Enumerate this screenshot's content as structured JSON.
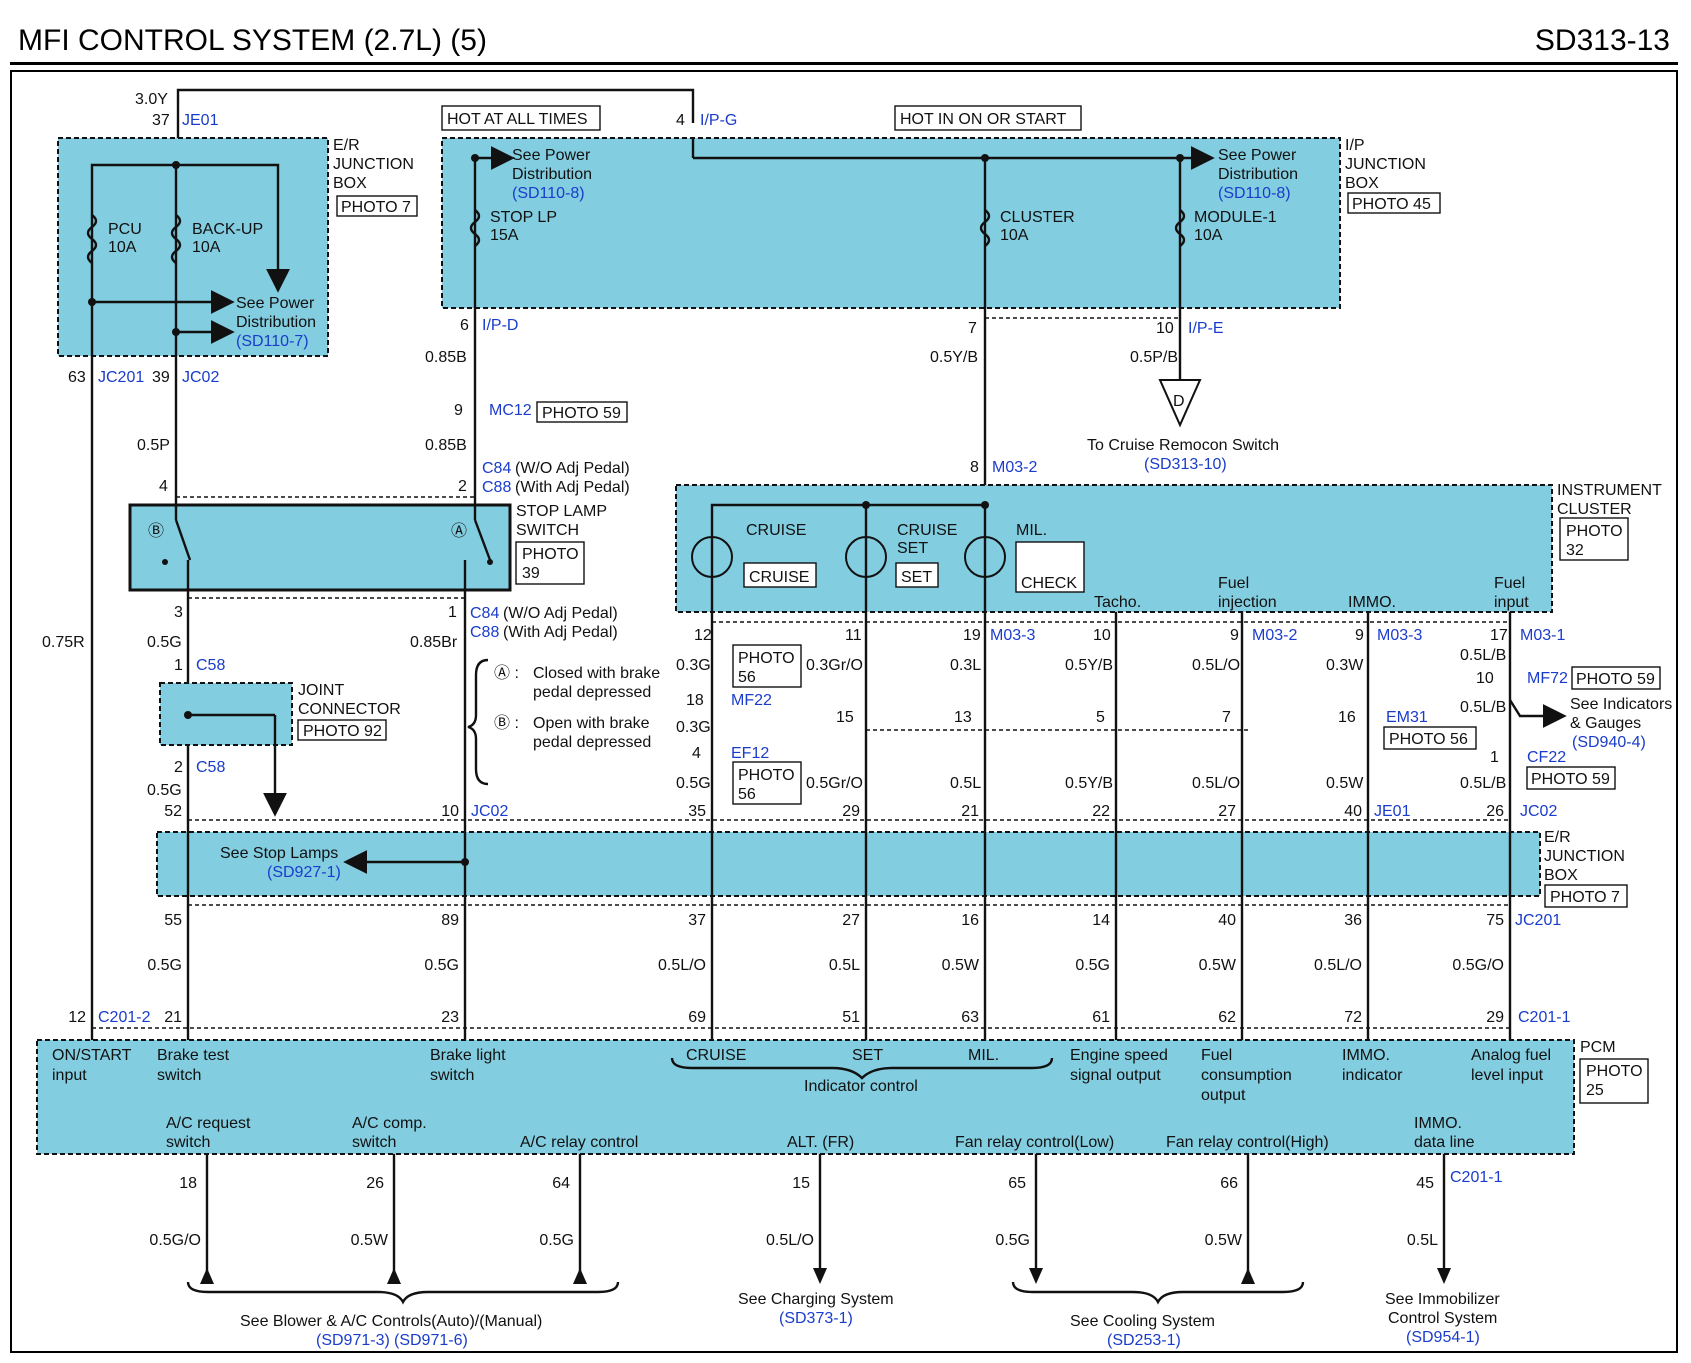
{
  "header": {
    "title": "MFI CONTROL SYSTEM (2.7L) (5)",
    "code": "SD313-13"
  },
  "top": {
    "voltage": "3.0Y",
    "je01_pin": "37",
    "je01": "JE01",
    "hot_all_times": "HOT AT ALL TIMES",
    "hot_on_start": "HOT IN ON OR START",
    "ipg_pin": "4",
    "ipg": "I/P-G"
  },
  "er_box_top": {
    "title": [
      "E/R",
      "JUNCTION",
      "BOX"
    ],
    "photo": "PHOTO 7",
    "fuse1": [
      "PCU",
      "10A"
    ],
    "fuse2": [
      "BACK-UP",
      "10A"
    ],
    "see": [
      "See Power",
      "Distribution"
    ],
    "ref": "(SD110-7)",
    "left_pin": "63",
    "left_conn": "JC201",
    "right_pin": "39",
    "right_conn": "JC02"
  },
  "ip_box": {
    "title": [
      "I/P",
      "JUNCTION",
      "BOX"
    ],
    "photo": "PHOTO 45",
    "see_left": [
      "See Power",
      "Distribution"
    ],
    "ref_left": "(SD110-8)",
    "see_right": [
      "See Power",
      "Distribution"
    ],
    "ref_right": "(SD110-8)",
    "fuse1": [
      "STOP LP",
      "15A"
    ],
    "fuse2": [
      "CLUSTER",
      "10A"
    ],
    "fuse3": [
      "MODULE-1",
      "10A"
    ],
    "pin_d": "6",
    "conn_d": "I/P-D",
    "pin_7": "7",
    "pin_e": "10",
    "conn_e": "I/P-E"
  },
  "left_wires": {
    "w085b": "0.85B",
    "mc12_pin": "9",
    "mc12": "MC12",
    "mc12_photo": "PHOTO 59",
    "w085b2": "0.85B",
    "w05p": "0.5P",
    "pin4": "4",
    "pin2": "2",
    "c84": "C84",
    "c84_text": "(W/O Adj Pedal)",
    "c88": "C88",
    "c88_text": "(With Adj Pedal)",
    "w075r": "0.75R",
    "pin3": "3",
    "pin1": "1",
    "w05g": "0.5G",
    "w085br": "0.85Br",
    "c58_pin": "1",
    "c58": "C58",
    "c58b_pin": "2",
    "c58b": "C58",
    "w05g2": "0.5G"
  },
  "stop_switch": {
    "title": [
      "STOP LAMP",
      "SWITCH"
    ],
    "photo": [
      "PHOTO",
      "39"
    ],
    "note_a": [
      "Closed with brake",
      "pedal depressed"
    ],
    "note_b": [
      "Open with brake",
      "pedal depressed"
    ],
    "a_label": "Ⓐ",
    "b_label": "Ⓑ",
    "note_a_prefix": "Ⓐ :",
    "note_b_prefix": "Ⓑ :"
  },
  "joint": {
    "title": [
      "JOINT",
      "CONNECTOR"
    ],
    "photo": "PHOTO 92"
  },
  "cruise_remote": {
    "wire_7": "0.5Y/B",
    "wire_10": "0.5P/B",
    "letter": "D",
    "text": "To Cruise Remocon Switch",
    "ref": "(SD313-10)",
    "m03_pin": "8",
    "m03": "M03-2"
  },
  "cluster": {
    "title": [
      "INSTRUMENT",
      "CLUSTER"
    ],
    "photo": [
      "PHOTO",
      "32"
    ],
    "lamp1": "CRUISE",
    "lamp1_box": "CRUISE",
    "lamp2": [
      "CRUISE",
      "SET"
    ],
    "lamp2_box": "SET",
    "lamp3": "MIL.",
    "lamp3_box": "CHECK",
    "tacho": "Tacho.",
    "fuel_inj": [
      "Fuel",
      "injection"
    ],
    "immo": "IMMO.",
    "fuel_input": [
      "Fuel",
      "input"
    ]
  },
  "mid_wires": {
    "p12": "12",
    "p11": "11",
    "p19": "19",
    "m033a": "M03-3",
    "p10": "10",
    "p9a": "9",
    "m032": "M03-2",
    "p9b": "9",
    "m033b": "M03-3",
    "p17": "17",
    "m031": "M03-1",
    "w03g": "0.3G",
    "photo56a": [
      "PHOTO",
      "56"
    ],
    "w03gro": "0.3Gr/O",
    "w03l": "0.3L",
    "w05yb": "0.5Y/B",
    "w05lo": "0.5L/O",
    "w03w": "0.3W",
    "w05lb": "0.5L/B",
    "mf22_pin": "18",
    "mf22": "MF22",
    "w03g2": "0.3G",
    "p15": "15",
    "p13": "13",
    "p5": "5",
    "p7": "7",
    "p16": "16",
    "em31": "EM31",
    "em31_photo": "PHOTO 56",
    "mf72_pin": "10",
    "mf72": "MF72",
    "mf72_photo": "PHOTO 59",
    "w05lb2": "0.5L/B",
    "see_ind": [
      "See Indicators",
      "& Gauges"
    ],
    "see_ind_ref": "(SD940-4)",
    "ef12_pin": "4",
    "ef12": "EF12",
    "photo56b": [
      "PHOTO",
      "56"
    ],
    "w05g": "0.5G",
    "w05gro": "0.5Gr/O",
    "w05l": "0.5L",
    "w05yb2": "0.5Y/B",
    "w05lo2": "0.5L/O",
    "w05w": "0.5W",
    "cf22_pin": "1",
    "cf22": "CF22",
    "cf22_photo": "PHOTO 59",
    "w05lb3": "0.5L/B"
  },
  "er_box_mid": {
    "title": [
      "E/R",
      "JUNCTION",
      "BOX"
    ],
    "photo": "PHOTO 7",
    "see_stop": "See Stop Lamps",
    "see_stop_ref": "(SD927-1)",
    "top_pins": [
      "52",
      "10",
      "35",
      "29",
      "21",
      "22",
      "27",
      "40",
      "26"
    ],
    "jc02a": "JC02",
    "je01": "JE01",
    "jc02b": "JC02",
    "bottom_pins": [
      "55",
      "89",
      "37",
      "27",
      "16",
      "14",
      "40",
      "36",
      "75"
    ],
    "jc201": "JC201"
  },
  "lower_wires": [
    "0.5G",
    "0.5G",
    "0.5L/O",
    "0.5L",
    "0.5W",
    "0.5G",
    "0.5W",
    "0.5L/O",
    "0.5G/O"
  ],
  "pcm": {
    "title": "PCM",
    "photo": [
      "PHOTO",
      "25"
    ],
    "top_pins": [
      "12",
      "21",
      "23",
      "69",
      "51",
      "63",
      "61",
      "62",
      "72",
      "29"
    ],
    "c2012": "C201-2",
    "c2011": "C201-1",
    "on_start": [
      "ON/START",
      "input"
    ],
    "brake_test": [
      "Brake test",
      "switch"
    ],
    "brake_light": [
      "Brake light",
      "switch"
    ],
    "cruise": "CRUISE",
    "set": "SET",
    "mil": "MIL.",
    "indicator": "Indicator control",
    "engine_speed": [
      "Engine speed",
      "signal output"
    ],
    "fuel_cons": [
      "Fuel",
      "consumption",
      "output"
    ],
    "immo_ind": [
      "IMMO.",
      "indicator"
    ],
    "analog": [
      "Analog fuel",
      "level input"
    ],
    "ac_req": [
      "A/C request",
      "switch"
    ],
    "ac_comp": [
      "A/C comp.",
      "switch"
    ],
    "ac_relay": "A/C relay control",
    "alt": "ALT. (FR)",
    "fan_low": "Fan relay control(Low)",
    "fan_high": "Fan relay control(High)",
    "immo_data": [
      "IMMO.",
      "data line"
    ],
    "bottom_pins": [
      "18",
      "26",
      "64",
      "15",
      "65",
      "66",
      "45"
    ],
    "c2011b": "C201-1"
  },
  "bottom": {
    "wires": [
      "0.5G/O",
      "0.5W",
      "0.5G",
      "0.5L/O",
      "0.5G",
      "0.5W",
      "0.5L"
    ],
    "blower": "See Blower & A/C Controls(Auto)/(Manual)",
    "blower_ref1": "(SD971-3)",
    "blower_ref2": "(SD971-6)",
    "charging": "See Charging System",
    "charging_ref": "(SD373-1)",
    "cooling": "See Cooling System",
    "cooling_ref": "(SD253-1)",
    "immob": [
      "See Immobilizer",
      "Control System"
    ],
    "immob_ref": "(SD954-1)"
  },
  "colors": {
    "fill": "#82cde0",
    "line": "#111111",
    "ref": "#1a3ccc"
  }
}
